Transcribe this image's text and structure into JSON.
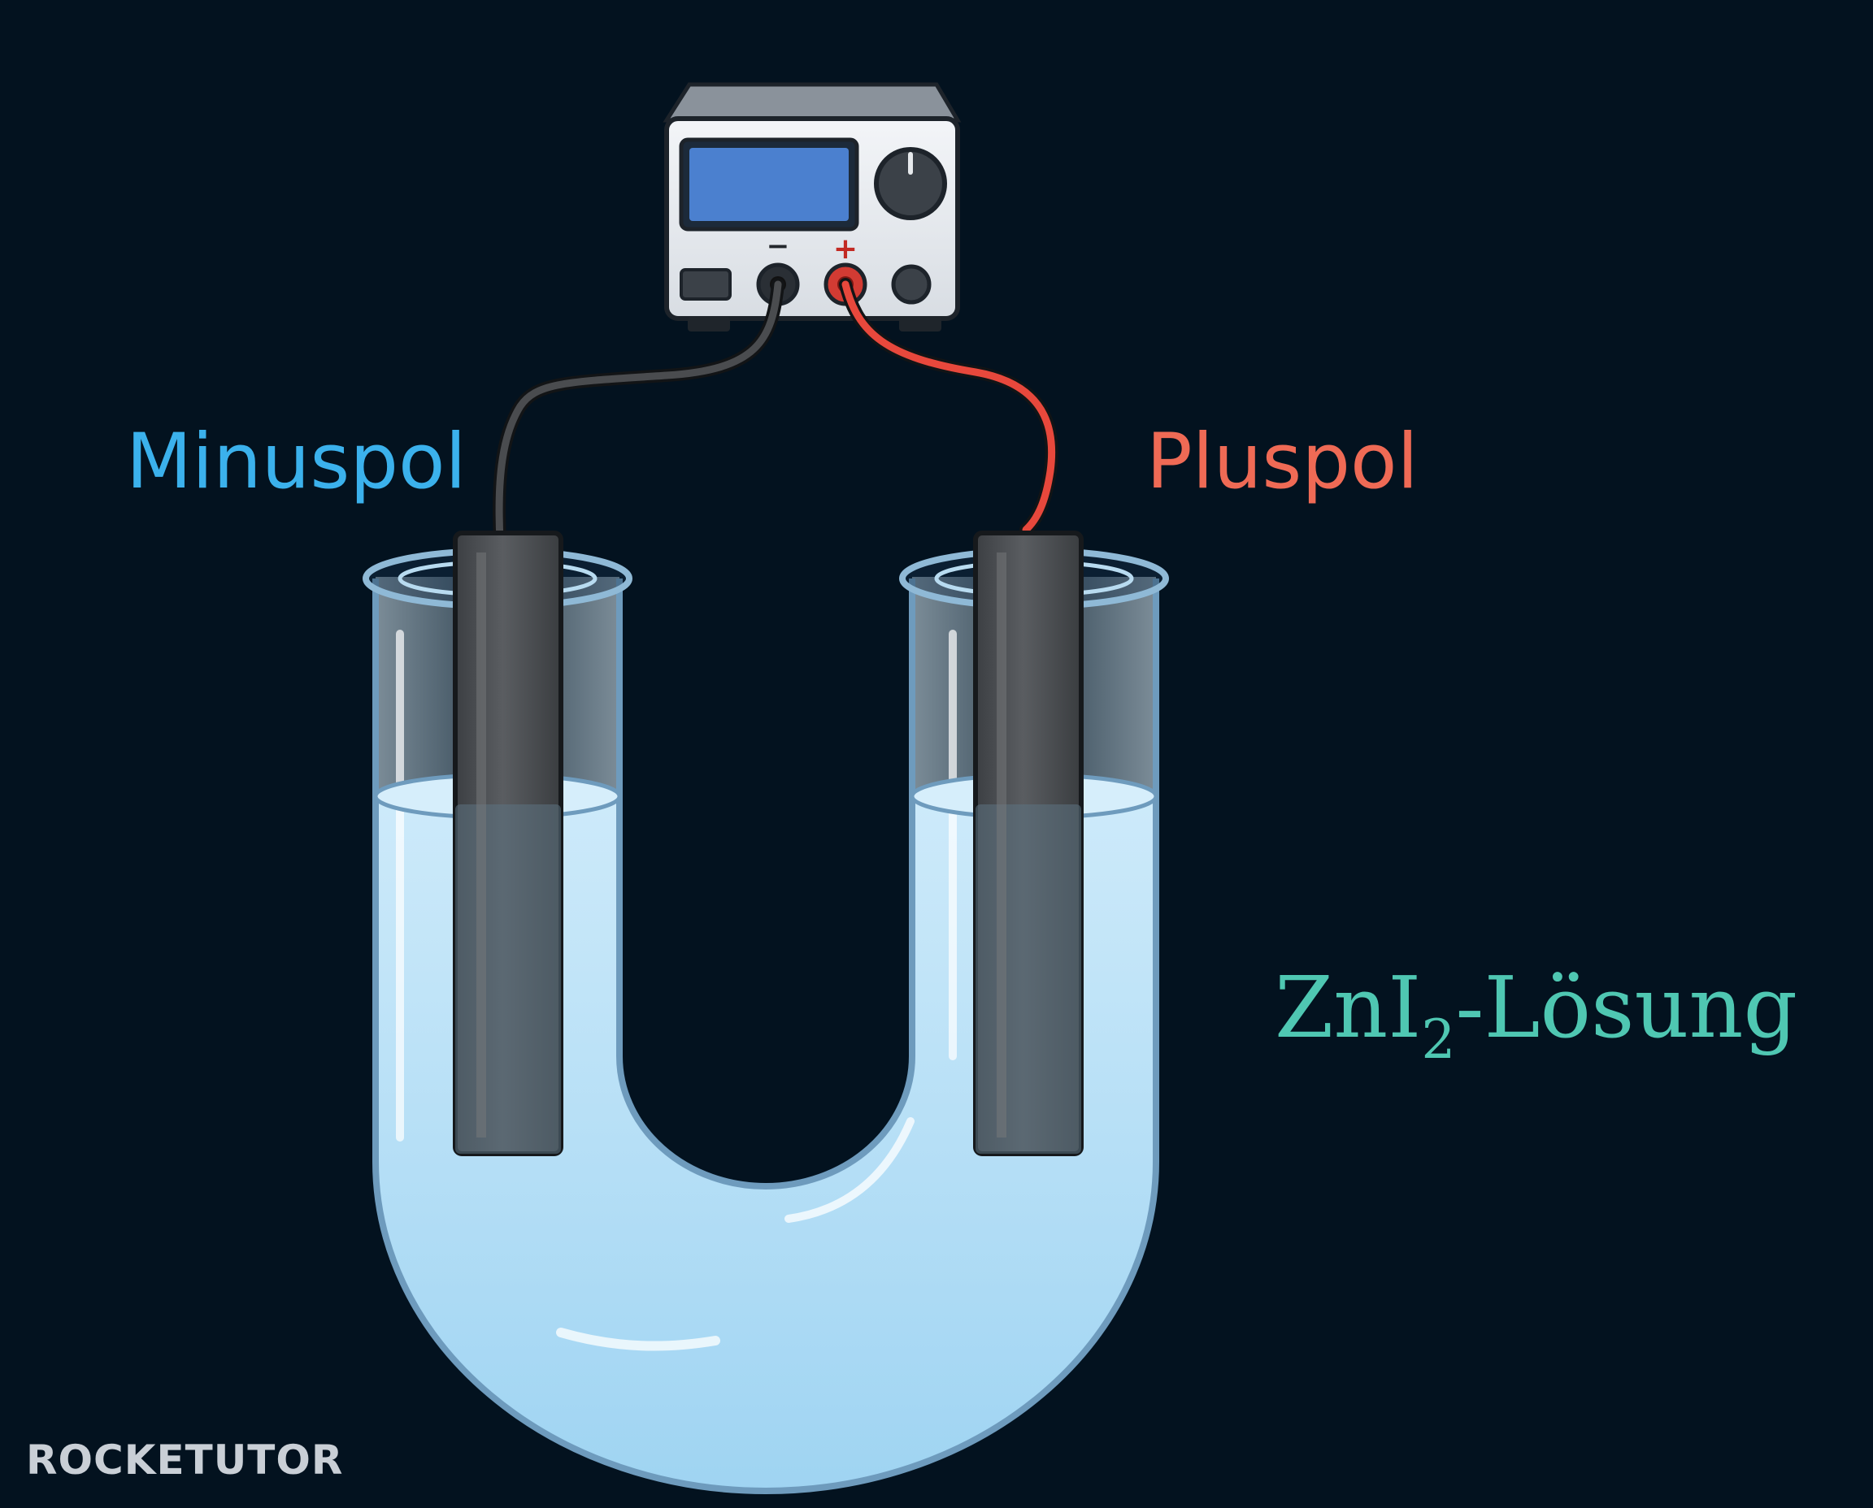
{
  "labels": {
    "minus_pole": "Minuspol",
    "plus_pole": "Pluspol",
    "solution_prefix": "ZnI",
    "solution_subscript": "2",
    "solution_suffix": "-Lösung"
  },
  "power_supply": {
    "minus_symbol": "−",
    "plus_symbol": "+"
  },
  "logo": {
    "text": "ROCKETUTOR"
  },
  "colors": {
    "background": "#03121f",
    "minus_label": "#3bb1ec",
    "plus_label": "#ef6a55",
    "solution_label": "#4fc7b2",
    "solution_liquid": "#bde3f7",
    "electrode": "#4b4e52",
    "wire_minus": "#3a3a3a",
    "wire_plus": "#e8483c",
    "display": "#4b80cf"
  }
}
